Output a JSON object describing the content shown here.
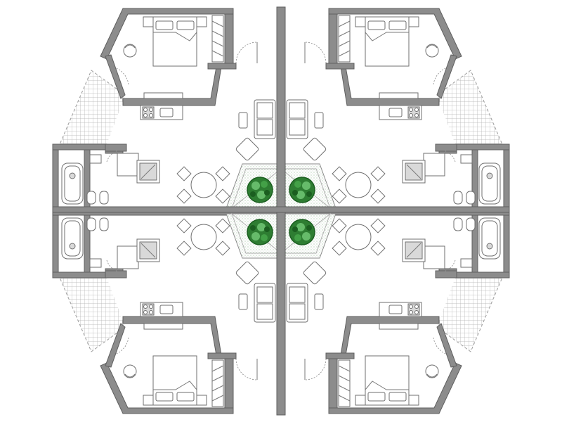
{
  "plan": {
    "title": "",
    "units": [
      {
        "position": "top-left",
        "rooms": [
          "bedroom",
          "bathroom",
          "kitchenette",
          "living-dining",
          "terrace"
        ]
      },
      {
        "position": "top-right",
        "rooms": [
          "bedroom",
          "bathroom",
          "kitchenette",
          "living-dining",
          "terrace"
        ]
      },
      {
        "position": "bottom-left",
        "rooms": [
          "bedroom",
          "bathroom",
          "kitchenette",
          "living-dining",
          "terrace"
        ]
      },
      {
        "position": "bottom-right",
        "rooms": [
          "bedroom",
          "bathroom",
          "kitchenette",
          "living-dining",
          "terrace"
        ]
      }
    ],
    "central_courtyard": {
      "planters": 4
    },
    "colors": {
      "walls": "#8c8c8c",
      "lines": "#6f6f6f",
      "tree_foliage": "#2e7d32",
      "tree_highlight": "#66bb6a",
      "courtyard_fill": "#dfe9df"
    }
  }
}
